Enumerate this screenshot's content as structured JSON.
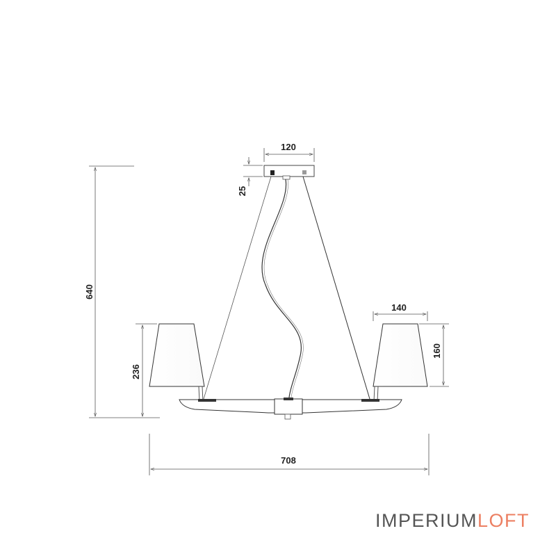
{
  "dimensions": {
    "canopy_width": "120",
    "canopy_height": "25",
    "total_height": "640",
    "shade_width": "140",
    "shade_height": "160",
    "arm_height": "236",
    "total_width": "708"
  },
  "brand": {
    "part1": "IMPERIUM",
    "part2": "LOFT",
    "color1": "#555555",
    "color2": "#ec7f62"
  }
}
